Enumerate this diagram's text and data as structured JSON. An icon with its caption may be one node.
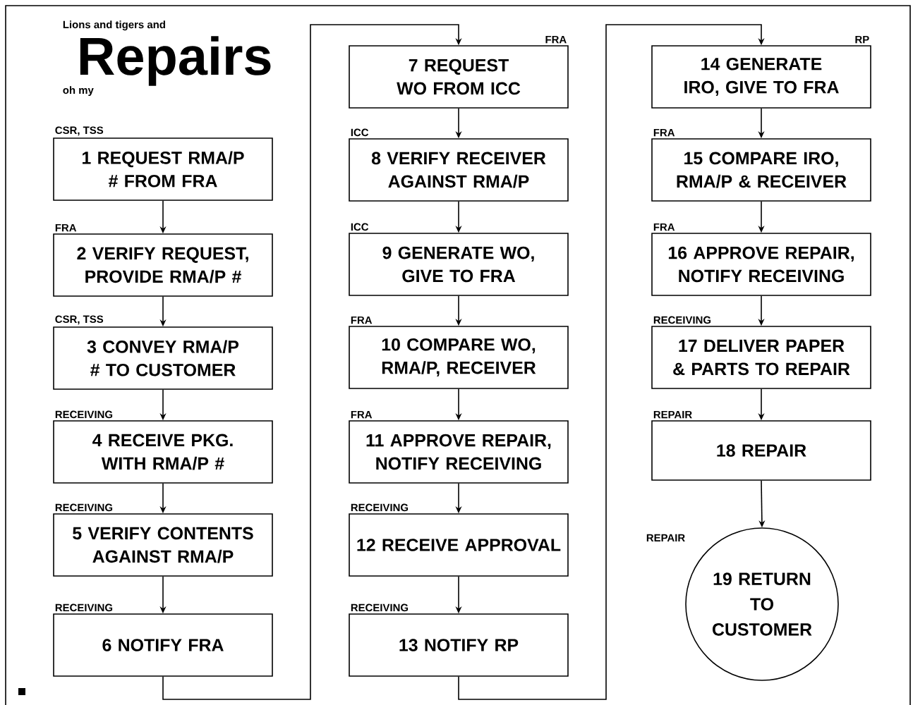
{
  "diagram": {
    "title": "Repairs",
    "nodes": [
      {
        "text": [
          "CSR, TSS",
          "1 REQUEST RMA/P # FROM FRA"
        ]
      },
      {
        "text": [
          "FRA",
          "2 VERIFY REQUEST, PROVIDE RMA/P #"
        ]
      },
      {
        "text": [
          "CSR, TSS",
          "3 CONVEY RMA/P # TO CUSTOMER"
        ]
      },
      {
        "text": [
          "RECEIVING",
          "4 RECEIVE PKG. WITH RMA/P #"
        ]
      },
      {
        "text": [
          "RECEIVING",
          "5 VERIFY CONTENTS AGAINST RMA/P"
        ]
      },
      {
        "text": [
          "RECEIVING",
          "6 NOTIFY FRA"
        ]
      },
      {
        "text": [
          "FRA",
          "7 REQUEST WO FROM ICC"
        ]
      },
      {
        "text": [
          "ICC",
          "8 VERIFY RECEIVER AGAINST RMA/P"
        ]
      },
      {
        "text": [
          "ICC",
          "9 GENERATE WO, GIVE TO FRA"
        ]
      },
      {
        "text": [
          "FRA",
          "10 COMPARE WO, RMA/P, RECEIVER"
        ]
      },
      {
        "text": [
          "FRA",
          "11 APPROVE REPAIR, NOTIFY RECEIVING"
        ]
      },
      {
        "text": [
          "RECEIVING",
          "12 RECEIVE APPROVAL"
        ]
      },
      {
        "text": [
          "RECEIVING",
          "13 NOTIFY RP"
        ]
      },
      {
        "text": [
          "RP",
          "14 GENERATE IRO, GIVE TO FRA"
        ]
      },
      {
        "text": [
          "FRA",
          "15 COMPARE IRO, RMA/P & RECEIVER"
        ]
      },
      {
        "text": [
          "FRA",
          "16 APPROVE REPAIR, NOTIFY RECEIVING"
        ]
      },
      {
        "text": [
          "RECEIVING",
          "17 DELIVER PAPER & PARTS TO REPAIR"
        ]
      },
      {
        "text": [
          "REPAIR",
          "18 REPAIR"
        ]
      },
      {
        "text": [
          "REPAIR",
          "19 RETURN TO CUSTOMER"
        ]
      }
    ],
    "edges": [
      {
        "from": 0,
        "to": 1,
        "arrow": "to"
      },
      {
        "from": 1,
        "to": 2,
        "arrow": "to"
      },
      {
        "from": 2,
        "to": 3,
        "arrow": "to"
      },
      {
        "from": 3,
        "to": 4,
        "arrow": "to"
      },
      {
        "from": 4,
        "to": 5,
        "arrow": "to"
      },
      {
        "from": 5,
        "to": 6,
        "arrow": "to"
      },
      {
        "from": 6,
        "to": 7,
        "arrow": "to"
      },
      {
        "from": 7,
        "to": 8,
        "arrow": "to"
      },
      {
        "from": 8,
        "to": 9,
        "arrow": "to"
      },
      {
        "from": 9,
        "to": 10,
        "arrow": "to"
      },
      {
        "from": 10,
        "to": 11,
        "arrow": "to"
      },
      {
        "from": 11,
        "to": 12,
        "arrow": "to"
      },
      {
        "from": 12,
        "to": 13,
        "arrow": "to"
      },
      {
        "from": 13,
        "to": 14,
        "arrow": "to"
      },
      {
        "from": 14,
        "to": 15,
        "arrow": "to"
      },
      {
        "from": 15,
        "to": 16,
        "arrow": "to"
      },
      {
        "from": 16,
        "to": 17,
        "arrow": "to"
      },
      {
        "from": 17,
        "to": 18,
        "arrow": "to"
      }
    ],
    "labels": [
      "Lions and tigers and",
      "oh my"
    ]
  }
}
